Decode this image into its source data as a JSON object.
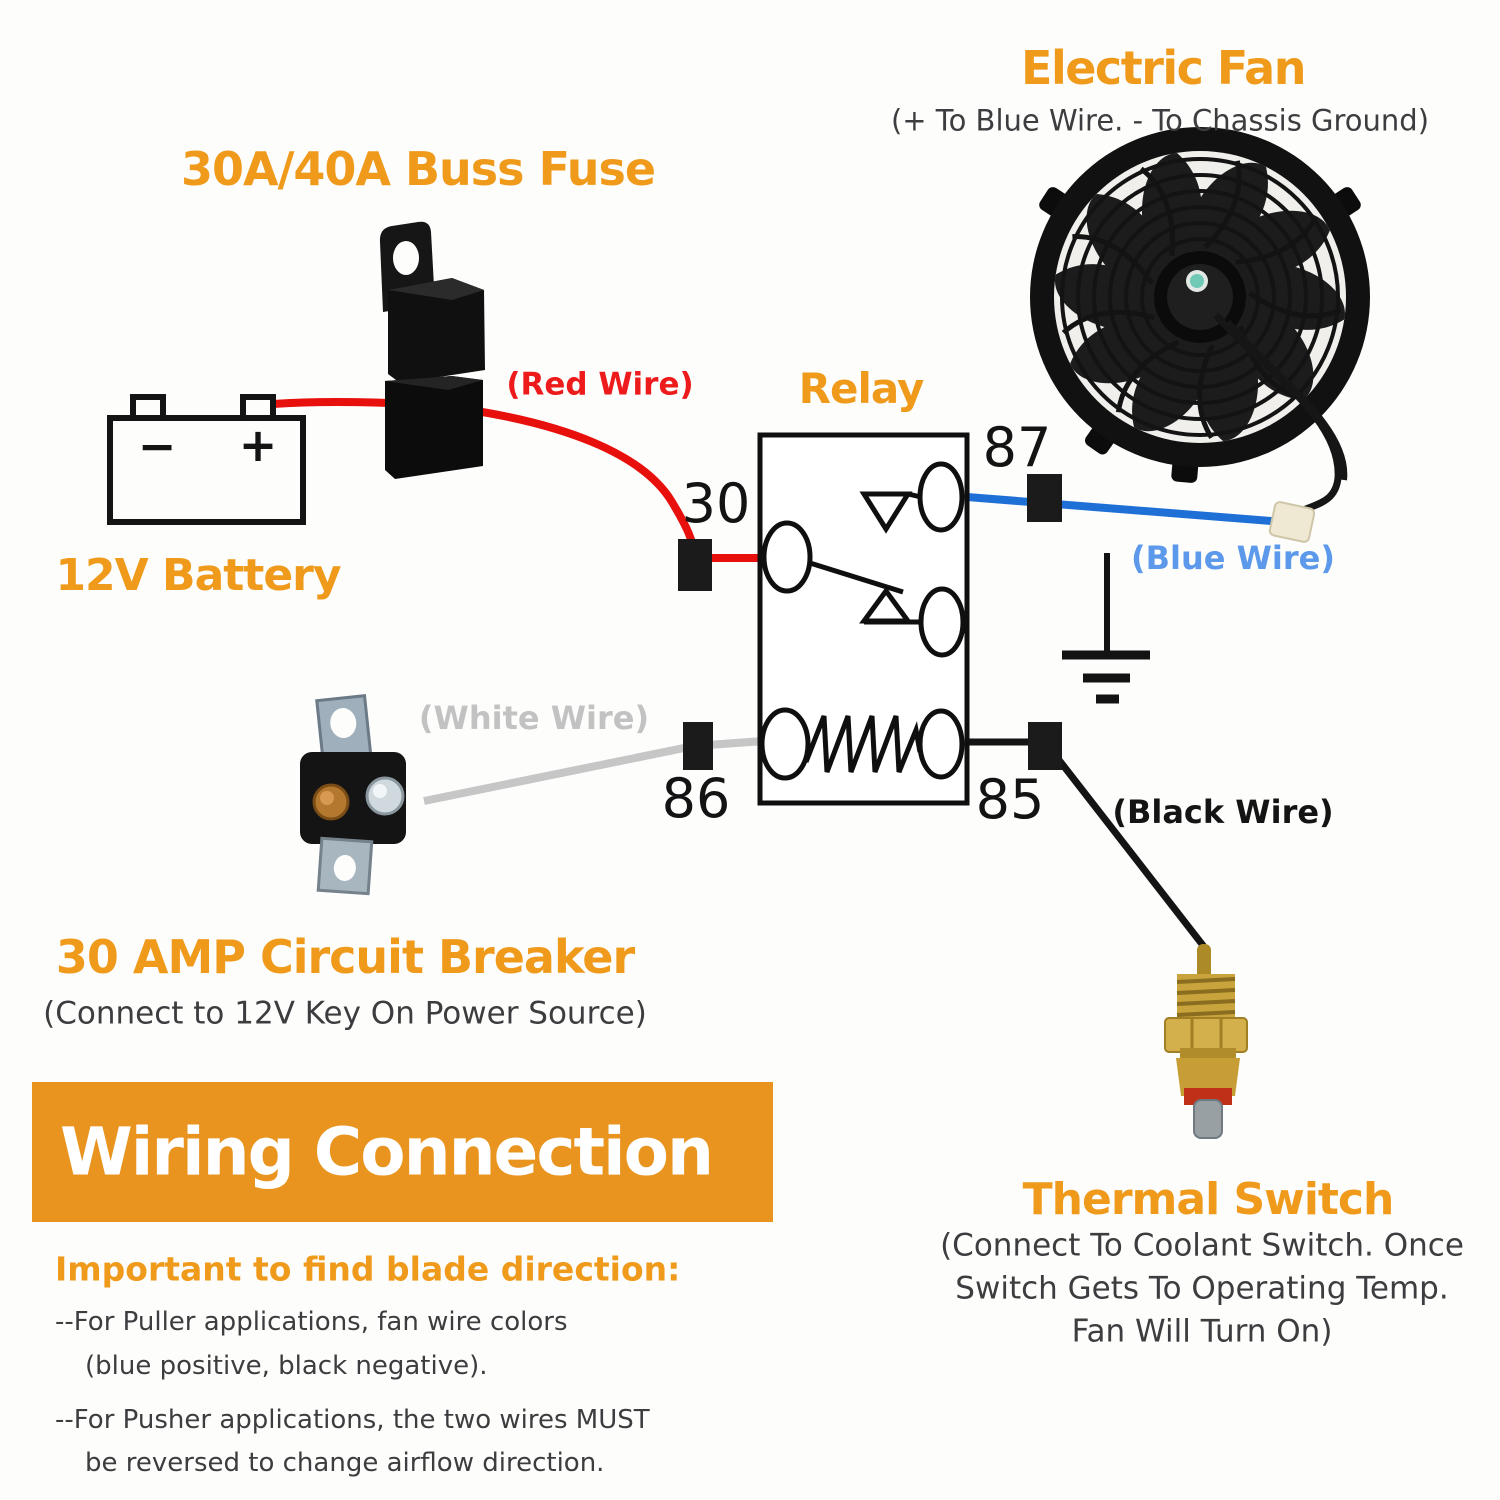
{
  "colors": {
    "heading_orange": "#F09A1C",
    "banner_orange": "#E8941F",
    "red_wire": "#E8100C",
    "red_label": "#ED1B1B",
    "blue_wire": "#1E6FD6",
    "blue_label": "#5C99EA",
    "white_wire": "#C6C6C6",
    "white_label": "#C2C2C2",
    "black_wire": "#141414",
    "dark_text": "#3D3D3F"
  },
  "fan": {
    "title": "Electric Fan",
    "subtitle": "(+ To Blue Wire. - To Chassis Ground)"
  },
  "fuse": {
    "title": "30A/40A Buss Fuse"
  },
  "battery": {
    "title": "12V Battery",
    "minus": "−",
    "plus": "+"
  },
  "relay": {
    "title": "Relay",
    "pins": {
      "pin30": "30",
      "pin87": "87",
      "pin86": "86",
      "pin85": "85"
    }
  },
  "wire_labels": {
    "red": "(Red Wire)",
    "blue": "(Blue Wire)",
    "white": "(White Wire)",
    "black": "(Black Wire)"
  },
  "circuit_breaker": {
    "title": "30 AMP Circuit Breaker",
    "note": "(Connect to 12V Key On Power Source)"
  },
  "banner": {
    "title": "Wiring Connection"
  },
  "blade_direction": {
    "heading": "Important to find blade direction:",
    "line1": "--For Puller applications, fan wire colors",
    "line2": "(blue positive, black negative).",
    "line3": "--For Pusher applications, the two wires MUST",
    "line4": "be reversed to change airflow direction."
  },
  "thermal_switch": {
    "title": "Thermal Switch",
    "note1": "(Connect To Coolant Switch. Once",
    "note2": "Switch Gets To Operating Temp.",
    "note3": "Fan Will Turn On)"
  }
}
